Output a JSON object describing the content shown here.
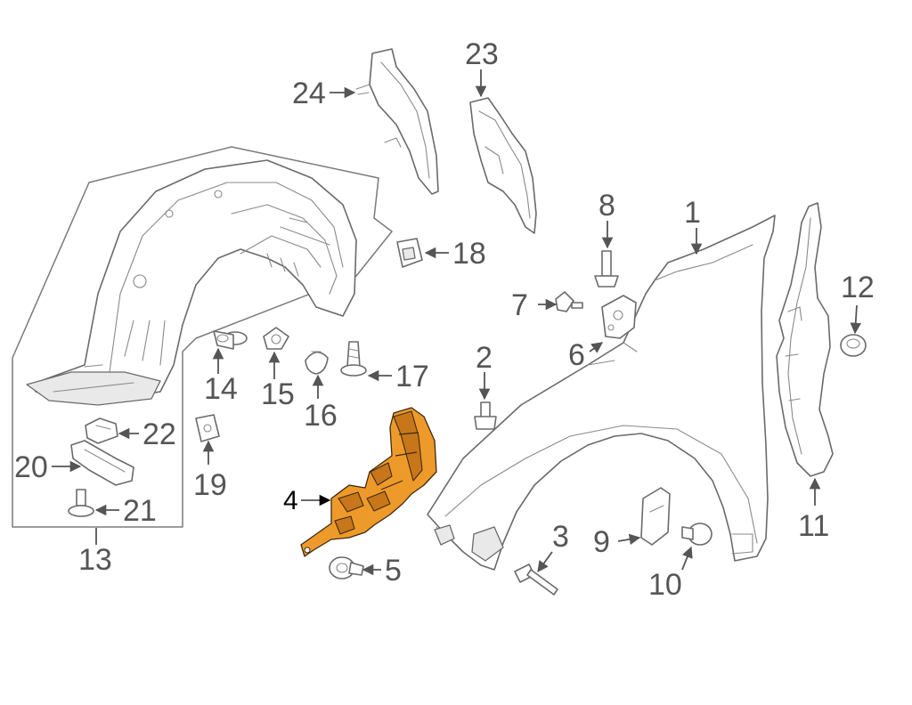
{
  "diagram": {
    "title": "",
    "highlight_color": "#ee9a2a",
    "line_color": "#6a6a6a",
    "highlighted_part": "4",
    "callouts": [
      {
        "id": "c1",
        "label": "1"
      },
      {
        "id": "c2",
        "label": "2"
      },
      {
        "id": "c3",
        "label": "3"
      },
      {
        "id": "c4",
        "label": "4"
      },
      {
        "id": "c5",
        "label": "5"
      },
      {
        "id": "c6",
        "label": "6"
      },
      {
        "id": "c7",
        "label": "7"
      },
      {
        "id": "c8",
        "label": "8"
      },
      {
        "id": "c9",
        "label": "9"
      },
      {
        "id": "c10",
        "label": "10"
      },
      {
        "id": "c11",
        "label": "11"
      },
      {
        "id": "c12",
        "label": "12"
      },
      {
        "id": "c13",
        "label": "13"
      },
      {
        "id": "c14",
        "label": "14"
      },
      {
        "id": "c15",
        "label": "15"
      },
      {
        "id": "c16",
        "label": "16"
      },
      {
        "id": "c17",
        "label": "17"
      },
      {
        "id": "c18",
        "label": "18"
      },
      {
        "id": "c19",
        "label": "19"
      },
      {
        "id": "c20",
        "label": "20"
      },
      {
        "id": "c21",
        "label": "21"
      },
      {
        "id": "c22",
        "label": "22"
      },
      {
        "id": "c23",
        "label": "23"
      },
      {
        "id": "c24",
        "label": "24"
      }
    ]
  }
}
